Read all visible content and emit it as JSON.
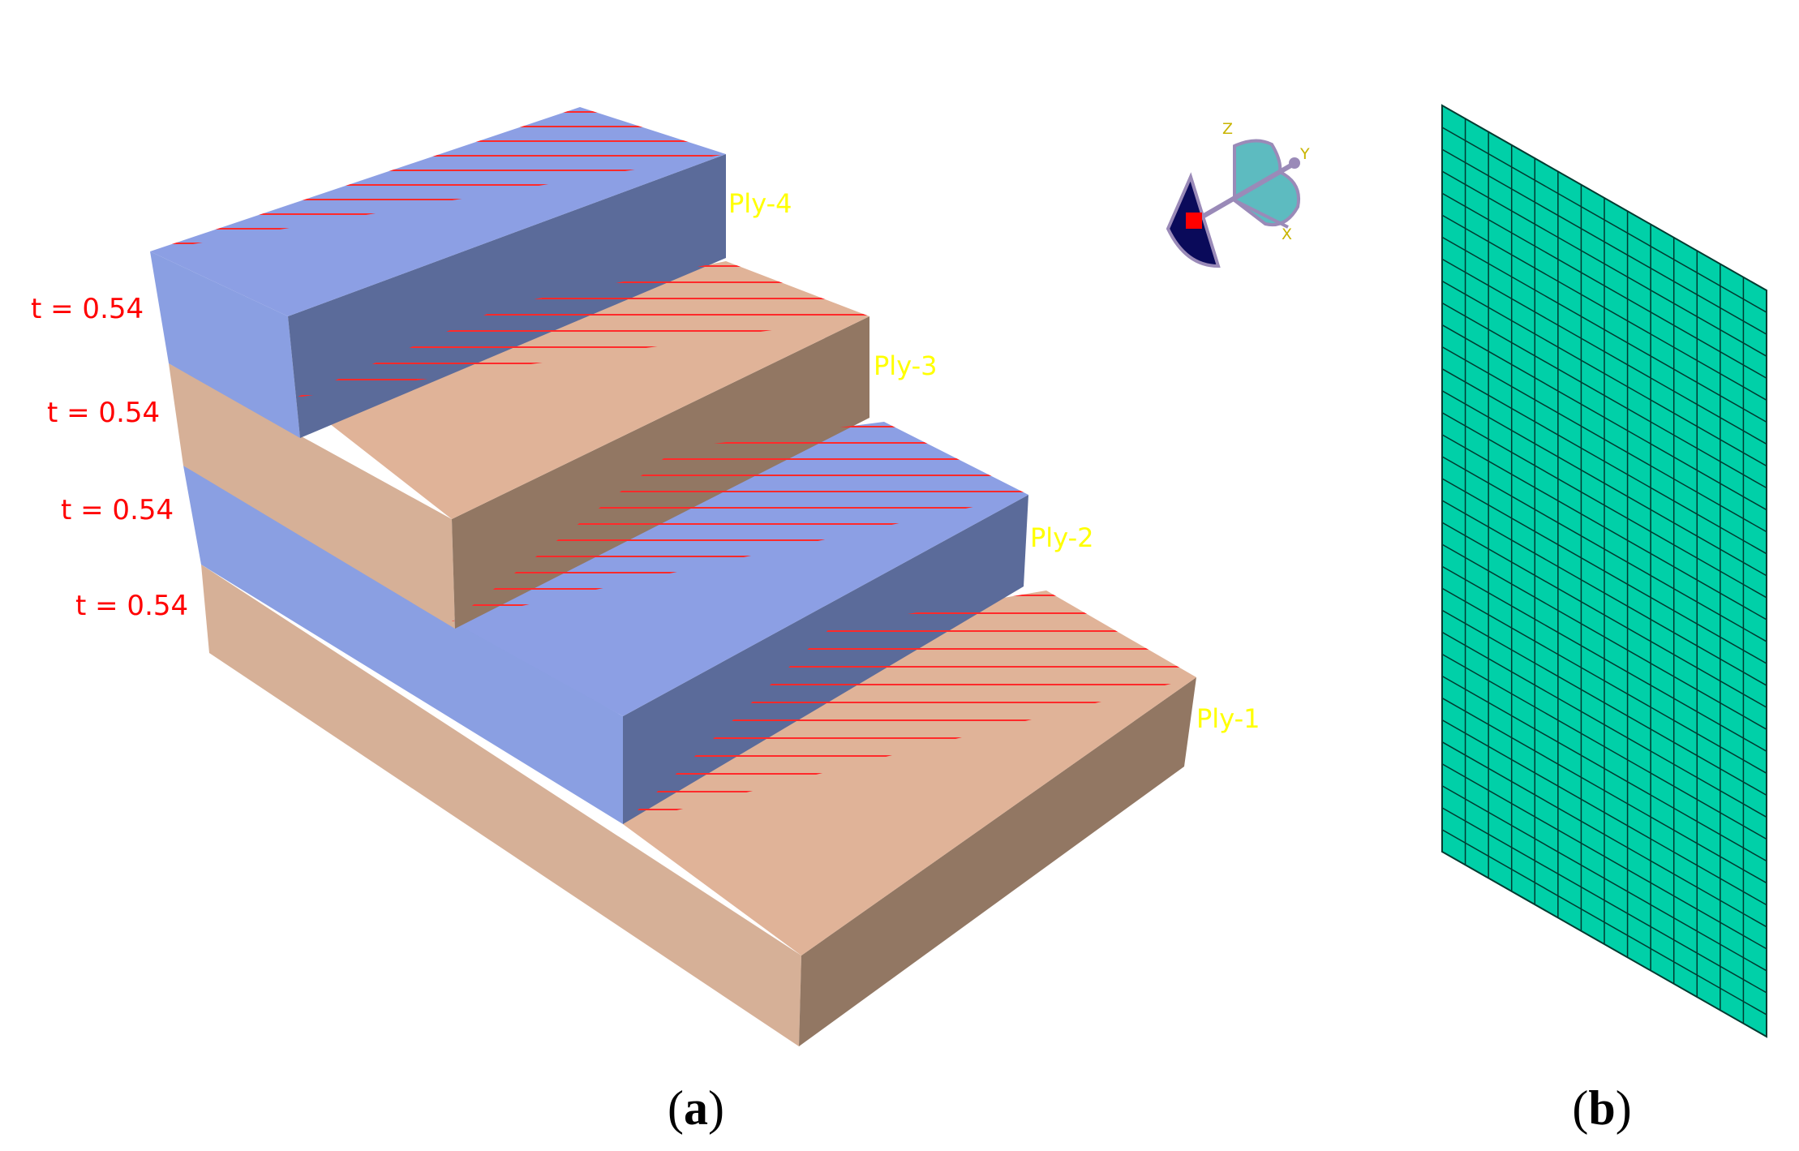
{
  "colors": {
    "blue_top": "#8c9fe4",
    "blue_side": "#8a9fe2",
    "blue_front": "#5b6b9a",
    "tan_top": "#e0b398",
    "tan_side": "#d6b097",
    "tan_front": "#927763",
    "hatch": "#ff2a2a",
    "mesh_fill": "#00d0a8",
    "mesh_line": "#003a30",
    "triad_dark": "#0a0a5a",
    "triad_light": "#5dbbc0",
    "triad_edge": "#9a8ab8"
  },
  "figure_a": {
    "thickness_labels": [
      "t = 0.54",
      "t = 0.54",
      "t = 0.54",
      "t = 0.54"
    ],
    "ply_labels": [
      "Ply-4",
      "Ply-3",
      "Ply-2",
      "Ply-1"
    ],
    "caption_open": "(",
    "caption_letter": "a",
    "caption_close": ")"
  },
  "triad": {
    "axis_z": "Z",
    "axis_y": "Y",
    "axis_x": "X"
  },
  "figure_b": {
    "caption_open": "(",
    "caption_letter": "b",
    "caption_close": ")"
  }
}
